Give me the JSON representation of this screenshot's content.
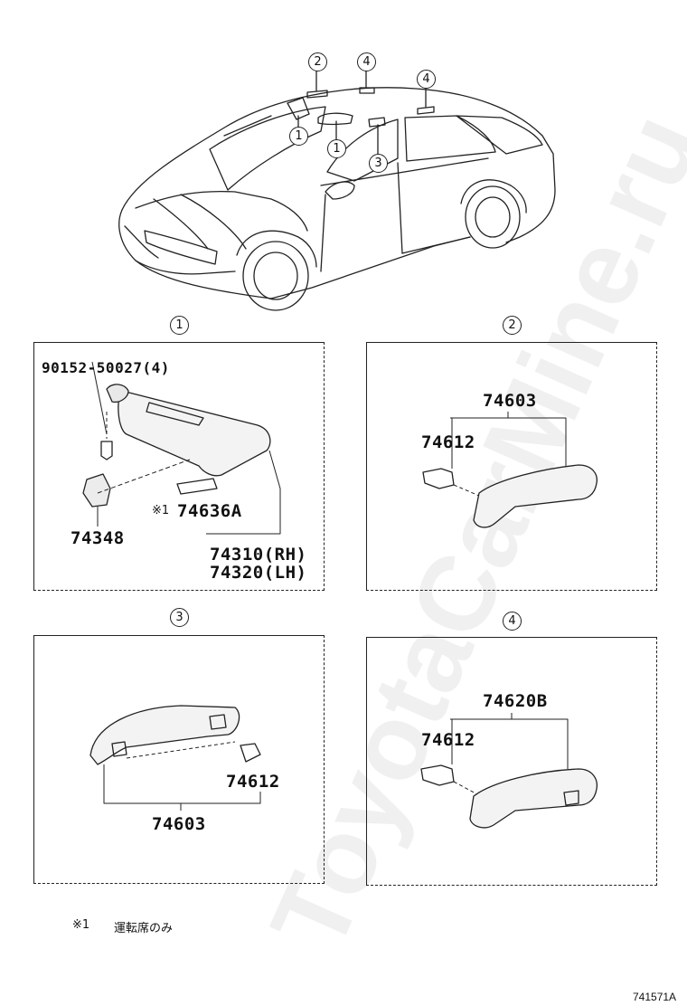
{
  "watermark": "ToyotaCarMine.ru",
  "car_callouts": [
    "1",
    "1",
    "2",
    "3",
    "4",
    "4"
  ],
  "panels": {
    "p1": {
      "index": "1",
      "parts": {
        "screw": "90152-50027(4)",
        "holder": "74348",
        "mirror_mark": "※1",
        "mirror": "74636A",
        "visor_rh": "74310(RH)",
        "visor_lh": "74320(LH)"
      }
    },
    "p2": {
      "index": "2",
      "parts": {
        "grip": "74603",
        "cap": "74612"
      }
    },
    "p3": {
      "index": "3",
      "parts": {
        "grip": "74603",
        "cap": "74612"
      }
    },
    "p4": {
      "index": "4",
      "parts": {
        "grip": "74620B",
        "cap": "74612"
      }
    }
  },
  "footnote": {
    "mark": "※1",
    "text": "運転席のみ"
  },
  "figure_id": "741571A"
}
